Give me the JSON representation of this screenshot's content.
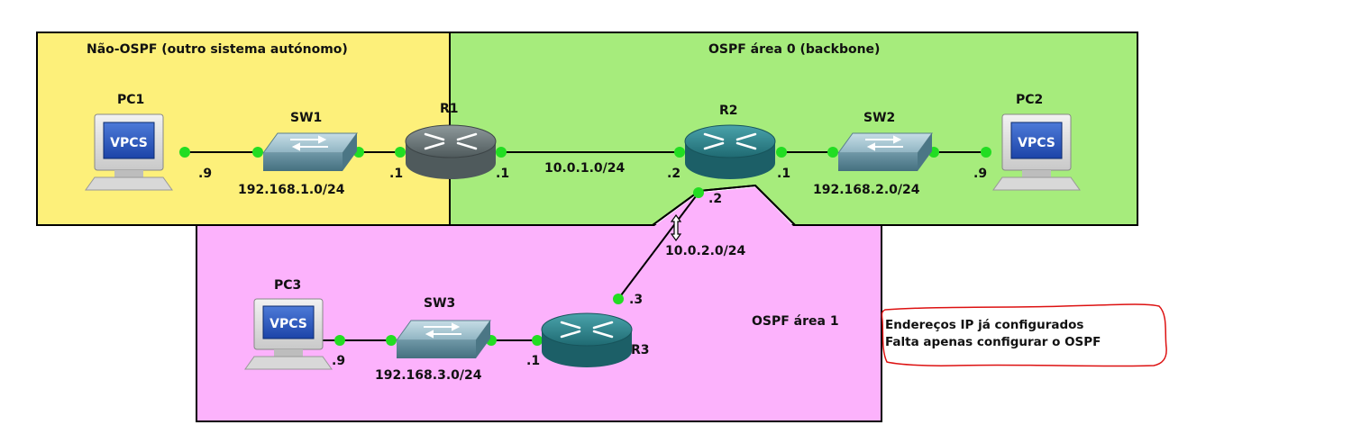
{
  "areas": {
    "non_ospf": "Não-OSPF (outro sistema autónomo)",
    "area0": "OSPF área 0 (backbone)",
    "area1": "OSPF área 1"
  },
  "devices": {
    "pc1": "PC1",
    "pc2": "PC2",
    "pc3": "PC3",
    "sw1": "SW1",
    "sw2": "SW2",
    "sw3": "SW3",
    "r1": "R1",
    "r2": "R2",
    "r3": "R3",
    "vpcs_label": "VPCS"
  },
  "networks": {
    "net1": "192.168.1.0/24",
    "net2": "192.168.2.0/24",
    "net3": "192.168.3.0/24",
    "link_r1_r2": "10.0.1.0/24",
    "link_r2_r3": "10.0.2.0/24"
  },
  "hosts": {
    "pc1": ".9",
    "r1_lan": ".1",
    "r1_wan": ".1",
    "r2_r1": ".2",
    "r2_sw2": ".1",
    "pc2": ".9",
    "r2_r3": ".2",
    "r3_r2": ".3",
    "r3_lan": ".1",
    "pc3": ".9"
  },
  "note": {
    "line1": "Endereços IP já configurados",
    "line2": "Falta apenas configurar o OSPF"
  },
  "colors": {
    "non_ospf_fill": "#fdf07a",
    "area0_fill": "#a6ec7c",
    "area1_fill": "#fcb2fc",
    "link_dot": "#22dd22",
    "router": "#2a7f88",
    "router_r1": "#6f7a7c",
    "switch": "#6f9aa8",
    "note_border": "#dd1111"
  }
}
